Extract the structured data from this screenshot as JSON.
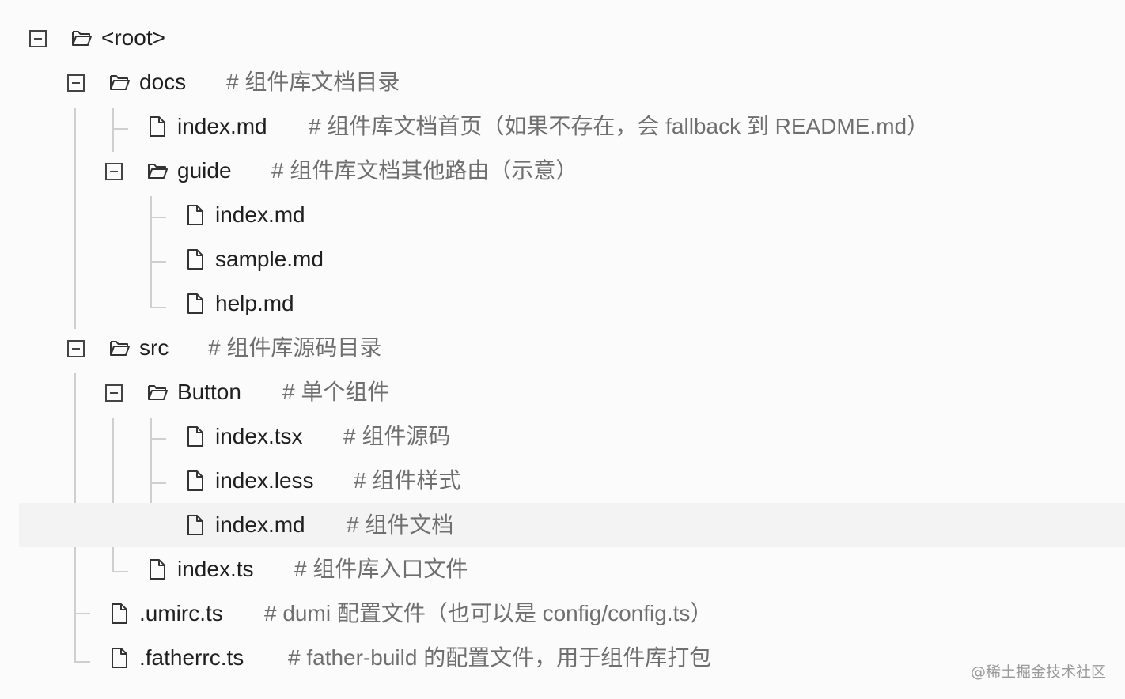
{
  "tree": {
    "root": {
      "name": "<root>"
    },
    "docs": {
      "name": "docs",
      "comment": "# 组件库文档目录"
    },
    "docs_index": {
      "name": "index.md",
      "comment": "# 组件库文档首页（如果不存在，会 fallback 到 README.md）"
    },
    "guide": {
      "name": "guide",
      "comment": "# 组件库文档其他路由（示意）"
    },
    "guide_index": {
      "name": "index.md"
    },
    "guide_sample": {
      "name": "sample.md"
    },
    "guide_help": {
      "name": "help.md"
    },
    "src": {
      "name": "src",
      "comment": "# 组件库源码目录"
    },
    "button": {
      "name": "Button",
      "comment": "# 单个组件"
    },
    "button_tsx": {
      "name": "index.tsx",
      "comment": "# 组件源码"
    },
    "button_less": {
      "name": "index.less",
      "comment": "# 组件样式"
    },
    "button_md": {
      "name": "index.md",
      "comment": "# 组件文档"
    },
    "src_index": {
      "name": "index.ts",
      "comment": "# 组件库入口文件"
    },
    "umirc": {
      "name": ".umirc.ts",
      "comment": "# dumi 配置文件（也可以是 config/config.ts）"
    },
    "fatherrc": {
      "name": ".fatherrc.ts",
      "comment": "# father-build 的配置文件，用于组件库打包"
    }
  },
  "watermark": "@稀土掘金技术社区",
  "icons": {
    "folder": "folder-open-icon",
    "file": "file-icon",
    "toggle": "collapse-toggle"
  },
  "colors": {
    "background": "#fbfbfb",
    "text": "#1f1f1f",
    "comment": "#6f6f6f",
    "guide": "#cfcfcf",
    "highlight": "#f3f3f3"
  }
}
